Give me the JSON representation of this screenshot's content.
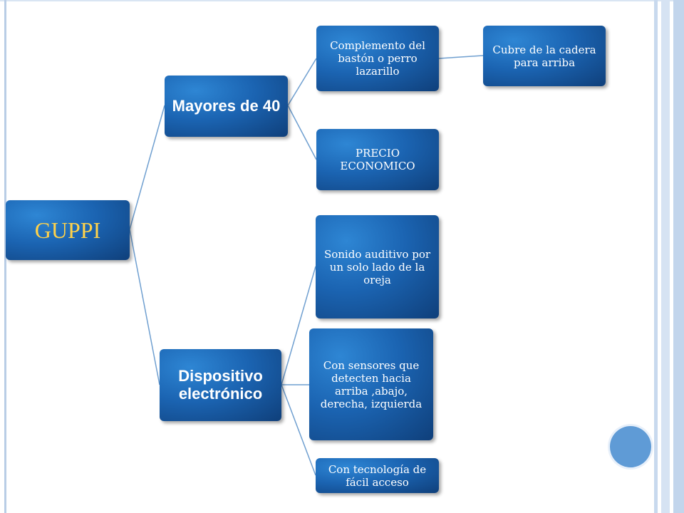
{
  "diagram": {
    "root": "GUPPI",
    "branches": [
      {
        "label": "Mayores de 40",
        "children": [
          {
            "label": "Complemento del bastón o perro lazarillo",
            "child": "Cubre de la cadera para arriba"
          },
          {
            "label": "PRECIO ECONOMICO"
          }
        ]
      },
      {
        "label": "Dispositivo electrónico",
        "children": [
          {
            "label": "Sonido auditivo por un solo lado de la oreja"
          },
          {
            "label": "Con sensores que detecten hacia arriba ,abajo, derecha, izquierda"
          },
          {
            "label": "Con tecnología de fácil acceso"
          }
        ]
      }
    ]
  },
  "colors": {
    "node_fill": "#1b64b2",
    "root_text": "#ffd24a",
    "connector": "#6f9fd0",
    "accent_circle": "#5f9bd6"
  }
}
